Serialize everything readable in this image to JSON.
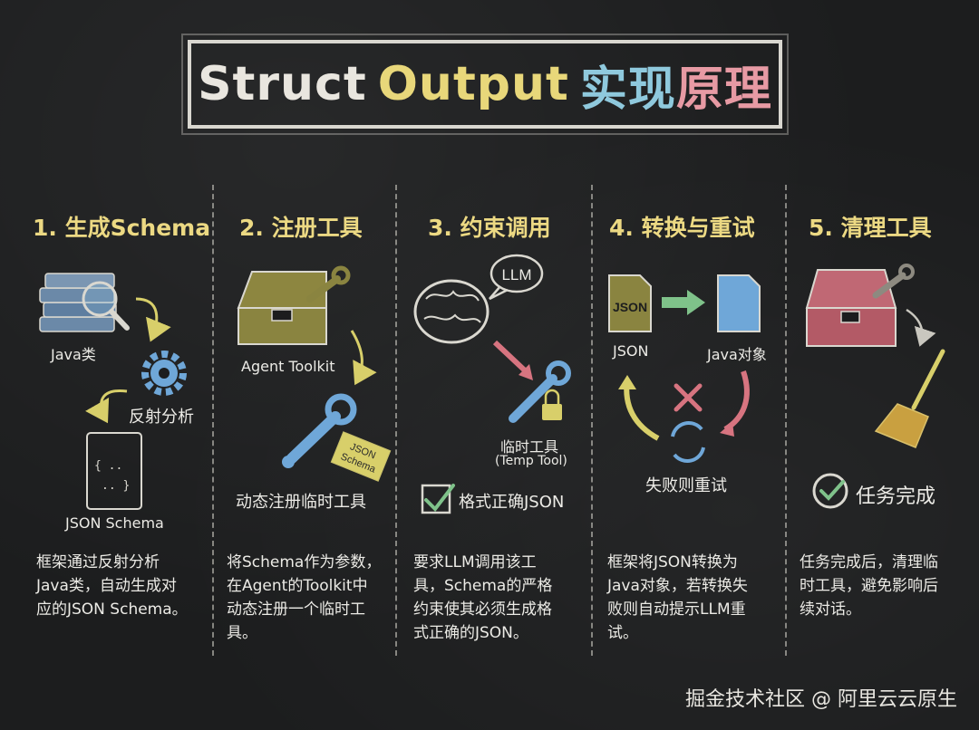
{
  "title": {
    "part1": "Struct",
    "part2": "Output",
    "part3": "实现",
    "part4": "原理"
  },
  "steps": [
    {
      "title": "1. 生成Schema",
      "labels": [
        "Java类",
        "反射分析",
        "JSON Schema"
      ],
      "desc": [
        "框架通过反射分析",
        "Java类，自动生成对",
        "应的JSON Schema。"
      ]
    },
    {
      "title": "2. 注册工具",
      "labels": [
        "Agent Toolkit",
        "动态注册临时工具"
      ],
      "tag": [
        "JSON",
        "Schema"
      ],
      "desc": [
        "将Schema作为参数，",
        "在Agent的Toolkit中",
        "动态注册一个临时工",
        "具。"
      ]
    },
    {
      "title": "3. 约束调用",
      "bubble": "LLM",
      "labels": [
        "临时工具",
        "(Temp Tool)",
        "格式正确JSON"
      ],
      "desc": [
        "要求LLM调用该工",
        "具，Schema的严格",
        "约束使其必须生成格",
        "式正确的JSON。"
      ]
    },
    {
      "title": "4. 转换与重试",
      "doc_text": "JSON",
      "labels": [
        "JSON",
        "Java对象",
        "失败则重试"
      ],
      "desc": [
        "框架将JSON转换为",
        "Java对象，若转换失",
        "败则自动提示LLM重",
        "试。"
      ]
    },
    {
      "title": "5. 清理工具",
      "labels": [
        "任务完成"
      ],
      "desc": [
        "任务完成后，清理临",
        "时工具，避免影响后",
        "续对话。"
      ]
    }
  ],
  "footer": "掘金技术社区 @ 阿里云云原生",
  "colors": {
    "background": "#1c1d1e",
    "step_title": "#ecd983",
    "green": "#7fc28a",
    "blue": "#6fa7d8",
    "red": "#d77480",
    "olive": "#8a8440"
  }
}
